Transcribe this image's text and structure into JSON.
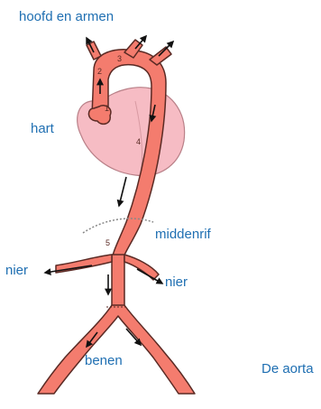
{
  "colors": {
    "label": "#1f6fb2",
    "vessel_fill": "#f47c6e",
    "vessel_stroke": "#5a2a24",
    "heart_fill": "#f6bcc4",
    "heart_stroke": "#b98088",
    "arrow": "#111111",
    "diaphragm": "#888888",
    "number": "#5a2a24"
  },
  "labels": {
    "head_arms": "hoofd en armen",
    "heart": "hart",
    "diaphragm": "middenrif",
    "kidney_left": "nier",
    "kidney_right": "nier",
    "legs": "benen",
    "title": "De aorta"
  },
  "segments": [
    "1",
    "2",
    "3",
    "4",
    "5"
  ]
}
